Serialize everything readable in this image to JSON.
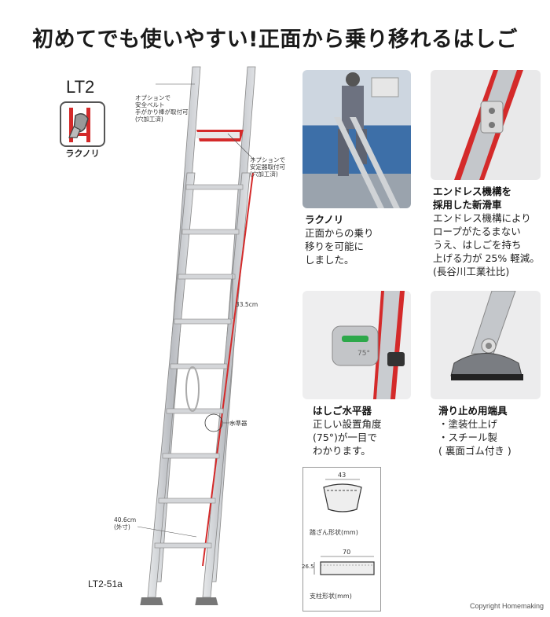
{
  "title": "初めてでも使いやすい!正面から乗り移れるはしご",
  "model": "LT2",
  "logo_label": "ラクノリ",
  "annotations": {
    "option_belt": [
      "オプションで",
      "安全ベルト",
      "手がかり棒が取付可",
      "(穴加工済)"
    ],
    "option_stabilizer": [
      "オプションで",
      "安定器取付可",
      "(穴加工済)"
    ],
    "rung_pitch": "33.5cm",
    "level_label": "水準器",
    "width": [
      "40.6cm",
      "(外寸)"
    ]
  },
  "model_bottom": "LT2-51a",
  "features": [
    {
      "heading": "ラクノリ",
      "lines": [
        "正面からの乗り",
        "移りを可能に",
        "しました。"
      ]
    },
    {
      "heading_lines": [
        "エンドレス機構を",
        "採用した新滑車"
      ],
      "lines": [
        "エンドレス機構により",
        "ロープがたるまない",
        "うえ、はしごを持ち",
        "上げる力が 25% 軽減。",
        "(長谷川工業社比)"
      ]
    },
    {
      "heading": "はしご水平器",
      "lines": [
        "正しい設置角度",
        "(75°)が一目で",
        "わかります。"
      ]
    },
    {
      "heading": "滑り止め用端具",
      "lines": [
        "・塗装仕上げ",
        "・スチール製",
        "( 裏面ゴム付き )"
      ]
    }
  ],
  "level_angle": "75°",
  "diagram": {
    "step_width": "43",
    "step_caption": "踏ざん形状(mm)",
    "rail_width": "70",
    "rail_height": "26.5",
    "rail_caption": "支柱形状(mm)"
  },
  "copyright": "Copyright Homemaking",
  "colors": {
    "accent_red": "#d42a2a",
    "aluminum": "#c9ccd0"
  }
}
